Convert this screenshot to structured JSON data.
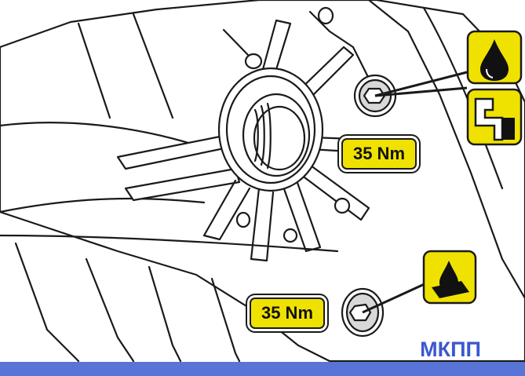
{
  "callouts": {
    "upper_torque": "35 Nm",
    "lower_torque": "35 Nm"
  },
  "caption": "МКПП",
  "icons": {
    "upper_group": [
      "oil-drop-icon",
      "seal-cross-section-icon"
    ],
    "lower": "sealant-drop-icon"
  },
  "colors": {
    "icon_yellow": "#f0e200",
    "outline": "#1a1a1a",
    "caption_blue": "#3d57cf",
    "bar_blue": "#5874d6"
  }
}
